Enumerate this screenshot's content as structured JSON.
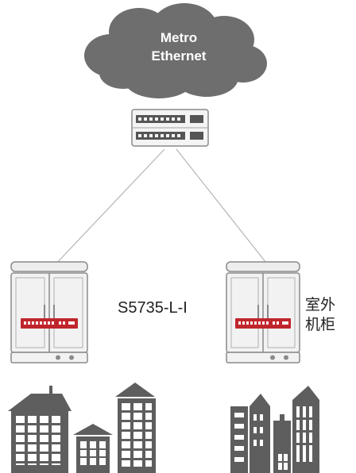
{
  "cloud": {
    "line1": "Metro",
    "line2": "Ethernet"
  },
  "device_label": "S5735-L-I",
  "cabinet_label": {
    "line1": "室外",
    "line2": "机柜"
  },
  "colors": {
    "cloud": "#6e6e6e",
    "device_outline": "#8a8a8a",
    "device_fill": "#f2f2f2",
    "panel_red": "#c0262d",
    "link": "#b4b4b4",
    "building": "#5e5e5e"
  },
  "icons": [
    "cloud-icon",
    "aggregation-switch-icon",
    "cabinet-icon",
    "office-buildings-icon",
    "city-buildings-icon"
  ]
}
